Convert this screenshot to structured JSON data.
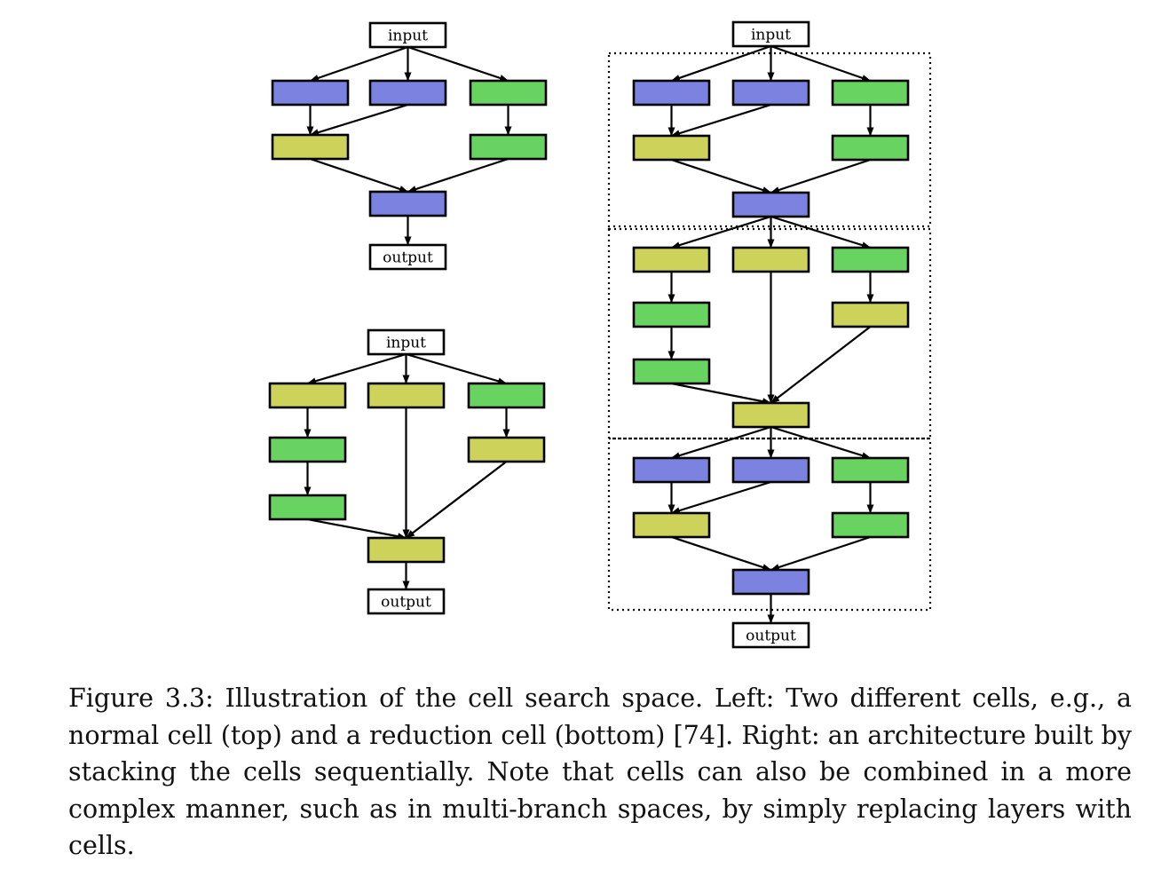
{
  "colors": {
    "blue": "#7b82e0",
    "yellow": "#cdd35a",
    "green": "#69d361",
    "io": "#ffffff",
    "stroke": "#000000"
  },
  "labels": {
    "input": "input",
    "output": "output"
  },
  "diagrams": [
    {
      "id": "normal-cell",
      "nodes": [
        {
          "id": "in",
          "kind": "io",
          "text": "input"
        },
        {
          "id": "a1",
          "kind": "blue"
        },
        {
          "id": "a2",
          "kind": "blue"
        },
        {
          "id": "a3",
          "kind": "green"
        },
        {
          "id": "b1",
          "kind": "yellow"
        },
        {
          "id": "b3",
          "kind": "green"
        },
        {
          "id": "c",
          "kind": "blue"
        },
        {
          "id": "out",
          "kind": "io",
          "text": "output"
        }
      ],
      "edges": [
        [
          "in",
          "a1"
        ],
        [
          "in",
          "a2"
        ],
        [
          "in",
          "a3"
        ],
        [
          "a1",
          "b1"
        ],
        [
          "a2",
          "b1"
        ],
        [
          "a3",
          "b3"
        ],
        [
          "b1",
          "c"
        ],
        [
          "b3",
          "c"
        ],
        [
          "c",
          "out"
        ]
      ]
    },
    {
      "id": "reduction-cell",
      "nodes": [
        {
          "id": "in",
          "kind": "io",
          "text": "input"
        },
        {
          "id": "a1",
          "kind": "yellow"
        },
        {
          "id": "a2",
          "kind": "yellow"
        },
        {
          "id": "a3",
          "kind": "green"
        },
        {
          "id": "b1",
          "kind": "green"
        },
        {
          "id": "b3",
          "kind": "yellow"
        },
        {
          "id": "c1",
          "kind": "green"
        },
        {
          "id": "d",
          "kind": "yellow"
        },
        {
          "id": "out",
          "kind": "io",
          "text": "output"
        }
      ],
      "edges": [
        [
          "in",
          "a1"
        ],
        [
          "in",
          "a2"
        ],
        [
          "in",
          "a3"
        ],
        [
          "a1",
          "b1"
        ],
        [
          "b1",
          "c1"
        ],
        [
          "a3",
          "b3"
        ],
        [
          "c1",
          "d"
        ],
        [
          "a2",
          "d"
        ],
        [
          "b3",
          "d"
        ],
        [
          "d",
          "out"
        ]
      ]
    },
    {
      "id": "stacked-architecture",
      "nodes": [
        {
          "id": "in",
          "kind": "io",
          "text": "input"
        },
        {
          "id": "n1",
          "kind": "blue"
        },
        {
          "id": "n2",
          "kind": "blue"
        },
        {
          "id": "n3",
          "kind": "green"
        },
        {
          "id": "n4",
          "kind": "yellow"
        },
        {
          "id": "n5",
          "kind": "green"
        },
        {
          "id": "n6",
          "kind": "blue"
        },
        {
          "id": "r1",
          "kind": "yellow"
        },
        {
          "id": "r2",
          "kind": "yellow"
        },
        {
          "id": "r3",
          "kind": "green"
        },
        {
          "id": "r4",
          "kind": "green"
        },
        {
          "id": "r5",
          "kind": "yellow"
        },
        {
          "id": "r6",
          "kind": "green"
        },
        {
          "id": "r7",
          "kind": "yellow"
        },
        {
          "id": "m1",
          "kind": "blue"
        },
        {
          "id": "m2",
          "kind": "blue"
        },
        {
          "id": "m3",
          "kind": "green"
        },
        {
          "id": "m4",
          "kind": "yellow"
        },
        {
          "id": "m5",
          "kind": "green"
        },
        {
          "id": "m6",
          "kind": "blue"
        },
        {
          "id": "out",
          "kind": "io",
          "text": "output"
        }
      ],
      "edges": [
        [
          "in",
          "n1"
        ],
        [
          "in",
          "n2"
        ],
        [
          "in",
          "n3"
        ],
        [
          "n1",
          "n4"
        ],
        [
          "n2",
          "n4"
        ],
        [
          "n3",
          "n5"
        ],
        [
          "n4",
          "n6"
        ],
        [
          "n5",
          "n6"
        ],
        [
          "n6",
          "r1"
        ],
        [
          "n6",
          "r2"
        ],
        [
          "n6",
          "r3"
        ],
        [
          "r1",
          "r4"
        ],
        [
          "r4",
          "r6"
        ],
        [
          "r3",
          "r5"
        ],
        [
          "r6",
          "r7"
        ],
        [
          "r2",
          "r7"
        ],
        [
          "r5",
          "r7"
        ],
        [
          "r7",
          "m1"
        ],
        [
          "r7",
          "m2"
        ],
        [
          "r7",
          "m3"
        ],
        [
          "m1",
          "m4"
        ],
        [
          "m2",
          "m4"
        ],
        [
          "m3",
          "m5"
        ],
        [
          "m4",
          "m6"
        ],
        [
          "m5",
          "m6"
        ],
        [
          "m6",
          "out"
        ]
      ]
    }
  ],
  "caption": "Figure 3.3: Illustration of the cell search space. Left: Two different cells, e.g., a normal cell (top) and a reduction cell (bottom) [74]. Right: an architecture built by stacking the cells sequentially. Note that cells can also be combined in a more complex manner, such as in multi-branch spaces, by simply replacing layers with cells."
}
